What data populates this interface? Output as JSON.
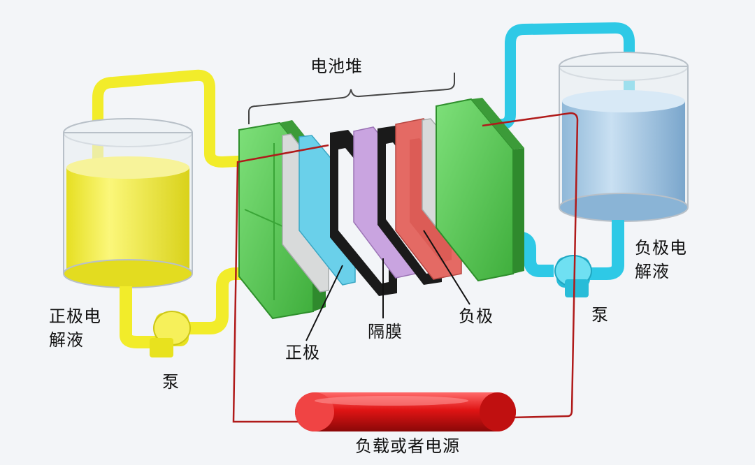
{
  "labels": {
    "stack": "电池堆",
    "pos_electrolyte_line1": "正极电",
    "pos_electrolyte_line2": "解液",
    "neg_electrolyte_line1": "负极电",
    "neg_electrolyte_line2": "解液",
    "pump_left": "泵",
    "pump_right": "泵",
    "positive_electrode": "正极",
    "membrane": "隔膜",
    "negative_electrode": "负极",
    "load_or_source": "负载或者电源"
  },
  "colors": {
    "positive_electrolyte": "#f2ec2a",
    "negative_electrolyte": "#2ec9e6",
    "circuit": "#b01a1a",
    "load": "#e01414",
    "end_plate": "#5dc95a",
    "collector": "#d6d8d8",
    "electrode_pos": "#6ad0ea",
    "membrane": "#c9a4e0",
    "gasket": "#1a1a1a",
    "electrode_neg": "#e46a64"
  }
}
